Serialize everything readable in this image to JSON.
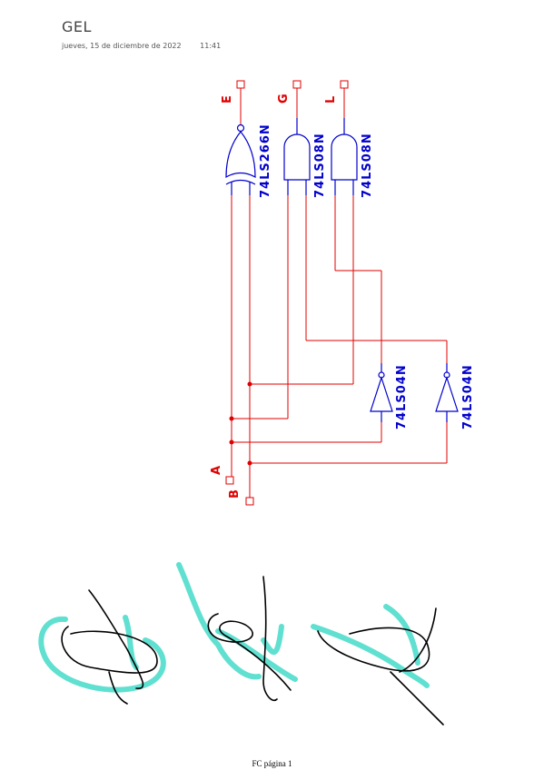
{
  "page": {
    "title": "GEL",
    "date": "jueves, 15 de diciembre de 2022",
    "time": "11:41",
    "footer": "FC página 1"
  },
  "colors": {
    "wire": "#e00000",
    "gate": "#0000cc",
    "ink_black": "#000000",
    "ink_teal": "#5fe0d0"
  },
  "circuit": {
    "outputs": [
      "E",
      "G",
      "L"
    ],
    "inputs": [
      "A",
      "B"
    ],
    "gates": {
      "xor": "74LS266N",
      "and1": "74LS08N",
      "and2": "74LS08N",
      "not1": "74LS04N",
      "not2": "74LS04N"
    }
  },
  "scribbles": {
    "count": 3,
    "description_icon": "handwritten-scribble"
  }
}
